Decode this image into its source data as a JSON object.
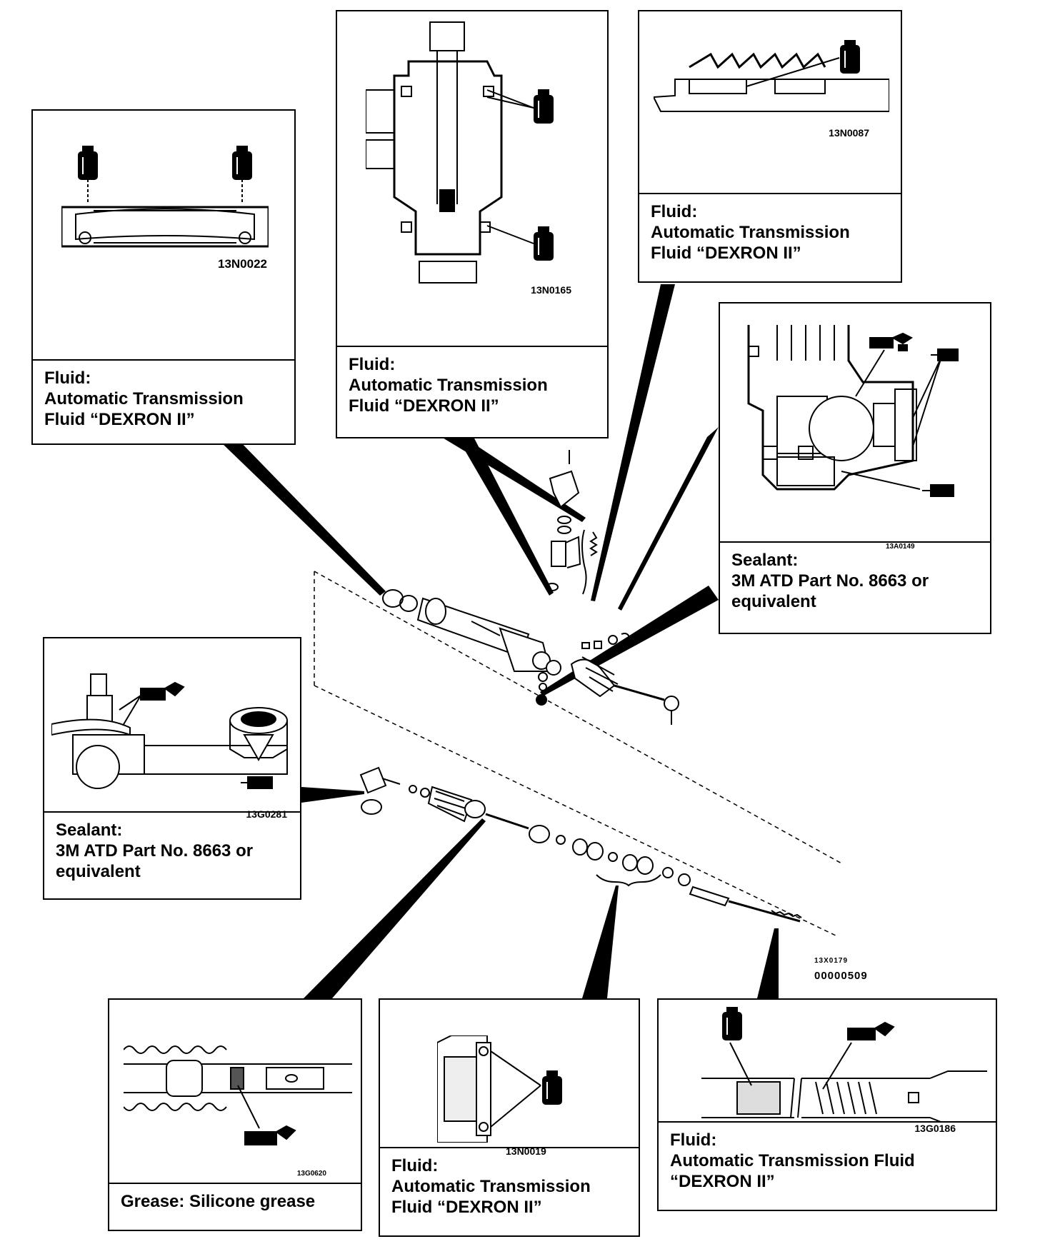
{
  "panels": [
    {
      "id": "p1",
      "code": "13N0022",
      "caption": [
        "Fluid:",
        "Automatic Transmission",
        "Fluid “DEXRON II”"
      ]
    },
    {
      "id": "p2",
      "code": "13N0165",
      "caption": [
        "Fluid:",
        "Automatic Transmission",
        "Fluid “DEXRON II”"
      ]
    },
    {
      "id": "p3",
      "code": "13N0087",
      "caption": [
        "Fluid:",
        "Automatic Transmission",
        "Fluid “DEXRON II”"
      ]
    },
    {
      "id": "p4",
      "code": "13A0149",
      "caption": [
        "Sealant:",
        "3M ATD Part No. 8663 or",
        "equivalent"
      ]
    },
    {
      "id": "p5",
      "code": "13G0281",
      "caption": [
        "Sealant:",
        "3M ATD Part No. 8663 or",
        "equivalent"
      ]
    },
    {
      "id": "p6",
      "code": "13G0620",
      "caption": [
        "Grease: Silicone grease"
      ]
    },
    {
      "id": "p7",
      "code": "13N0019",
      "caption": [
        "Fluid:",
        "Automatic Transmission",
        "Fluid “DEXRON II”"
      ]
    },
    {
      "id": "p8",
      "code": "13G0186",
      "caption": [
        "Fluid:",
        "Automatic Transmission Fluid",
        "“DEXRON II”"
      ]
    }
  ],
  "main_figure": {
    "code_top": "13X0179",
    "code_bottom": "00000509"
  }
}
